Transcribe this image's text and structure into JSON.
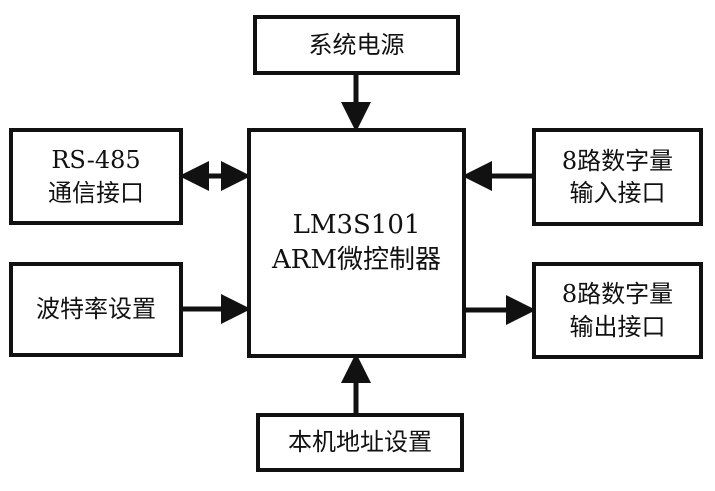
{
  "diagram": {
    "type": "block-diagram",
    "nodes": {
      "power": {
        "lines": [
          "系统电源"
        ]
      },
      "rs485": {
        "lines": [
          "RS-485",
          "通信接口"
        ]
      },
      "baud": {
        "lines": [
          "波特率设置"
        ]
      },
      "mcu": {
        "lines": [
          "LM3S101",
          "ARM微控制器"
        ]
      },
      "din": {
        "lines": [
          "8路数字量",
          "输入接口"
        ]
      },
      "dout": {
        "lines": [
          "8路数字量",
          "输出接口"
        ]
      },
      "addr": {
        "lines": [
          "本机地址设置"
        ]
      }
    },
    "edges": [
      {
        "from": "power",
        "to": "mcu",
        "direction": "forward"
      },
      {
        "from": "rs485",
        "to": "mcu",
        "direction": "bidirectional"
      },
      {
        "from": "baud",
        "to": "mcu",
        "direction": "forward"
      },
      {
        "from": "din",
        "to": "mcu",
        "direction": "forward"
      },
      {
        "from": "mcu",
        "to": "dout",
        "direction": "forward"
      },
      {
        "from": "addr",
        "to": "mcu",
        "direction": "forward"
      }
    ]
  }
}
